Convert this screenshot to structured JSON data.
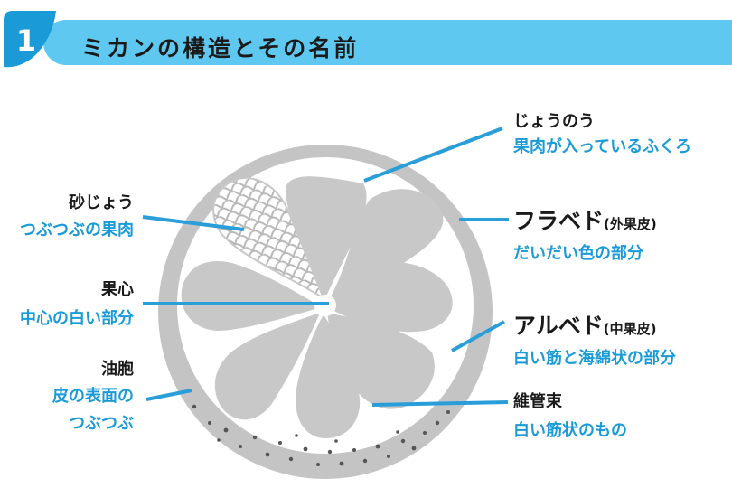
{
  "header": {
    "number": "1",
    "title": "ミカンの構造とその名前"
  },
  "labels": {
    "sajou": {
      "name": "砂じょう",
      "desc": "つぶつぶの果肉"
    },
    "kashin": {
      "name": "果心",
      "desc": "中心の白い部分"
    },
    "yuhou": {
      "name": "油胞",
      "desc_line1": "皮の表面の",
      "desc_line2": "つぶつぶ"
    },
    "joun": {
      "name": "じょうのう",
      "desc": "果肉が入っているふくろ"
    },
    "flavedo": {
      "name": "フラベド",
      "sub": "(外果皮)",
      "desc": "だいだい色の部分"
    },
    "albedo": {
      "name": "アルベド",
      "sub": "(中果皮)",
      "desc": "白い筋と海綿状の部分"
    },
    "ikansoku": {
      "name": "維管束",
      "desc": "白い筋状のもの"
    }
  },
  "colors": {
    "accent": "#5ec8f0",
    "leader": "#2a9ed8",
    "label_blue": "#1a9bd7",
    "peel": "#c4c4c4",
    "segment": "#c8c8c8"
  }
}
